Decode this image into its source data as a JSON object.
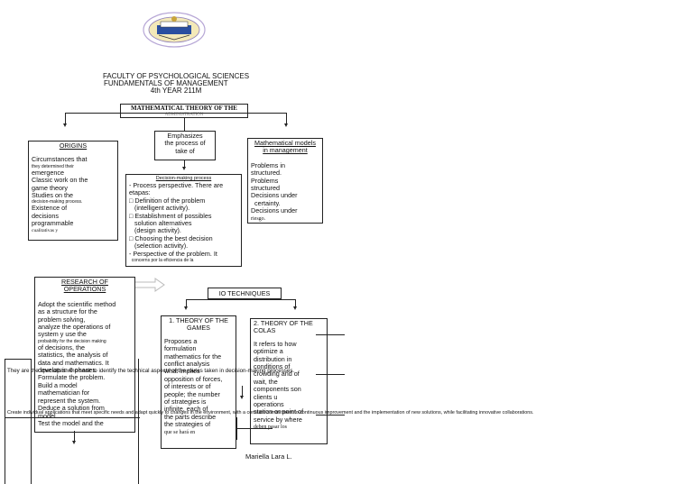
{
  "header": {
    "faculty": "FACULTY OF PSYCHOLOGICAL SCIENCES",
    "course": "FUNDAMENTALS OF MANAGEMENT",
    "year": "4th YEAR 211M"
  },
  "main_title": "MATHEMATICAL THEORY OF THE",
  "main_title_sub": "ADMINISTRATION",
  "origins": {
    "title": "ORIGINS",
    "lines": [
      "Circumstances that",
      "they determined their",
      "emergence",
      "Classic work on the",
      "game theory",
      "Studies on the",
      "decision-making process.",
      "Existence of",
      "decisions",
      "programmable",
      "cualitativas y"
    ]
  },
  "emphasizes": {
    "lines": [
      "Emphasizes",
      "the process of",
      "take of"
    ]
  },
  "decision_process": {
    "title": "Decision-making process",
    "lines": [
      "- Process perspective. There are",
      "etapas:",
      "□ Definition of the problem",
      "   (intelligent activity).",
      "□ Establishment of possibles",
      "   solution alternatives",
      "   (design activity).",
      "□ Choosing the best decision",
      "   (selection activity).",
      "- Perspective of the problem. It",
      "  concerns por la eficiencia de la"
    ]
  },
  "models": {
    "title_line1": "Mathematical models",
    "title_line2": "in management",
    "lines": [
      "Problems in",
      "structured.",
      "Problems",
      "structured",
      "Decisions under",
      "  certainty.",
      "Decisions under",
      "riesgo."
    ]
  },
  "research": {
    "title_line1": "RESEARCH OF",
    "title_line2": "OPERATIONS",
    "lines": [
      "Adopt the scientific method",
      "as a structure for the",
      "problem solving,",
      "analyze the operations of",
      "system y use the",
      "probability for the decision making",
      "of decisions, the",
      "statistics, the analysis of",
      "data and mathematics. It",
      "develop in 6 phases",
      "Formulate the problem.",
      "Build a model",
      "mathematician for",
      "represent the system.",
      "Deduce a solution from",
      "model",
      "Test the model and the"
    ]
  },
  "io_techniques": {
    "title": "IO TECHNIQUES"
  },
  "games": {
    "title_line1": "1. THEORY OF THE",
    "title_line2": "GAMES",
    "lines": [
      "Proposes a",
      "formulation",
      "mathematics for the",
      "conflict analysis",
      "what implies",
      "opposition of forces,",
      "of interests or of",
      "people; the number",
      "of strategies is",
      "infinite, each of",
      "the parts describe",
      "the strategies of",
      "que se hará en"
    ]
  },
  "queues": {
    "title_line1": "2. THEORY OF THE",
    "title_line2": "COLAS",
    "lines": [
      "It refers to how",
      "optimize a",
      "distribution in",
      "conditions of",
      "crowding and of",
      "wait, the",
      "components son",
      "clients u",
      "operations",
      "station or point of",
      "service by where",
      "deben pasar los"
    ]
  },
  "overlay": {
    "line1": "They are the specialists who seek to identify the technical aspects of the routes taken in decision-making processes.",
    "line2": "Create individual applications that meet specific needs and adapt quickly to changes in the environment, with a constant commitment to continuous improvement and the implementation of new solutions, while facilitating innovative collaborations."
  },
  "author": "Mariella Lara L.",
  "logo": {
    "name": "university-crest"
  }
}
